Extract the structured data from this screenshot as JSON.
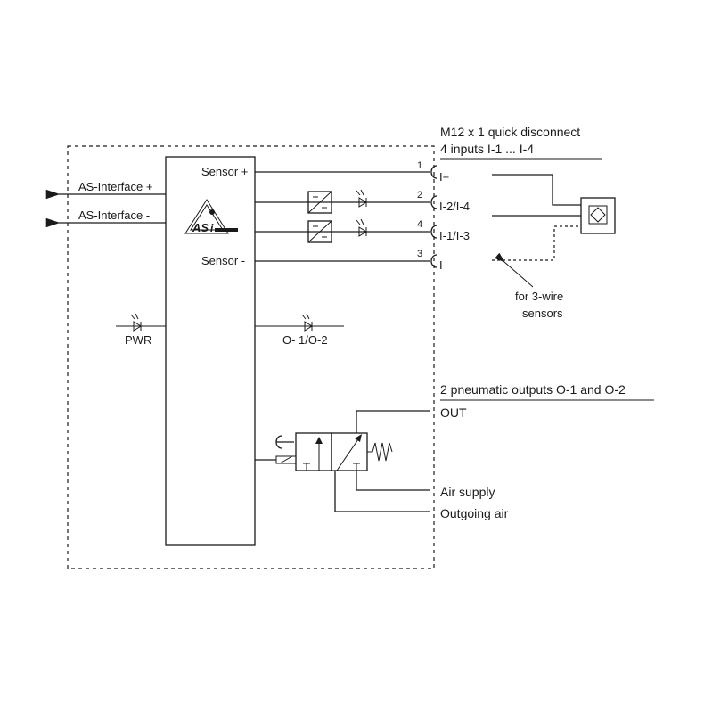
{
  "connector": {
    "title_line1": "M12 x 1 quick disconnect",
    "title_line2": "4 inputs I-1 ... I-4",
    "pins": [
      {
        "number": "1",
        "label": "I+"
      },
      {
        "number": "2",
        "label": "I-2/I-4"
      },
      {
        "number": "4",
        "label": "I-1/I-3"
      },
      {
        "number": "3",
        "label": "I-"
      }
    ],
    "three_wire_note_line1": "for  3-wire",
    "three_wire_note_line2": "sensors"
  },
  "module": {
    "sensor_plus": "Sensor +",
    "sensor_minus": "Sensor -",
    "as_interface_plus": "AS-Interface +",
    "as_interface_minus": "AS-Interface -",
    "pwr_label": "PWR",
    "output_led_label": "O- 1/O-2",
    "logo_text": "AS",
    "logo_subtext": "i"
  },
  "pneumatics": {
    "title": "2 pneumatic outputs O-1 and O-2",
    "out": "OUT",
    "air_supply": "Air supply",
    "outgoing_air": "Outgoing air"
  },
  "icons": {
    "led": "led-icon",
    "isolator": "optocoupler-icon",
    "sensor": "inductive-sensor-icon",
    "valve": "solenoid-valve-icon"
  },
  "colors": {
    "line": "#1a1a1a",
    "background": "#ffffff"
  }
}
